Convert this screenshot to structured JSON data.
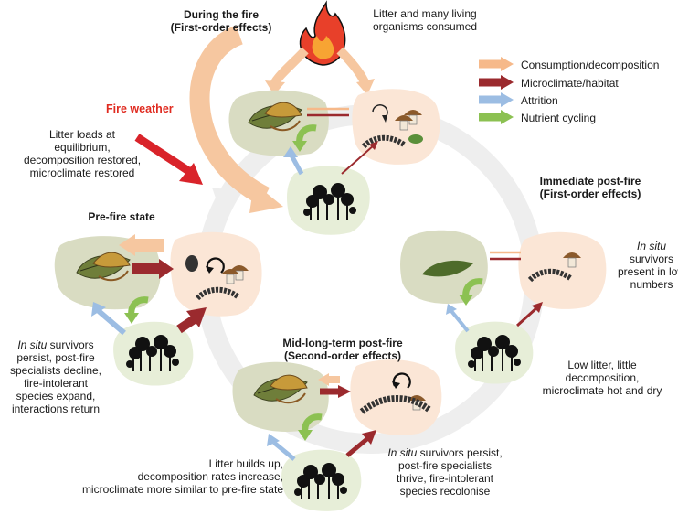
{
  "headings": {
    "during": [
      "During the fire",
      "(First-order effects)"
    ],
    "immediate": [
      "Immediate post-fire",
      "(First-order effects)"
    ],
    "prefire": "Pre-fire state",
    "midlong": [
      "Mid-long-term post-fire",
      "(Second-order effects)"
    ]
  },
  "labels": {
    "fire_weather": "Fire weather",
    "litter_consumed": [
      "Litter and many living",
      "organisms consumed"
    ],
    "equilibrium": [
      "Litter loads at",
      "equilibrium,",
      "decomposition restored,",
      "microclimate restored"
    ],
    "immediate_survivors": [
      "In situ",
      "survivors",
      "present in low",
      "numbers"
    ],
    "low_litter": [
      "Low litter, little",
      "decomposition,",
      "microclimate hot and dry"
    ],
    "prefire_survivors": [
      "In situ",
      " survivors",
      "persist, post-fire",
      "specialists decline,",
      "fire-intolerant",
      "species expand,",
      "interactions return"
    ],
    "litter_builds": [
      "Litter builds up,",
      "decomposition rates increase,",
      "microclimate more similar to pre-fire state"
    ],
    "midlong_survivors": [
      "In situ",
      " survivors persist,",
      "post-fire specialists",
      "thrive, fire-intolerant",
      "species recolonise"
    ]
  },
  "legend": [
    {
      "label": "Consumption/decomposition",
      "color": "#f6b98a"
    },
    {
      "label": "Microclimate/habitat",
      "color": "#9b2a2e"
    },
    {
      "label": "Attrition",
      "color": "#9cbde3"
    },
    {
      "label": "Nutrient cycling",
      "color": "#8cc152"
    }
  ],
  "colors": {
    "litter_blob": "#d9dcc2",
    "fauna_blob": "#fbe6d6",
    "plant_blob": "#e7eed8",
    "cycle_ring": "#eeeeee",
    "fire_weather_arrow": "#d9232a"
  },
  "icons": [
    "flame-icon",
    "leaf-icon",
    "mite-icon",
    "millipede-icon",
    "mushroom-icon",
    "shrub-icon",
    "cycle-icon"
  ]
}
